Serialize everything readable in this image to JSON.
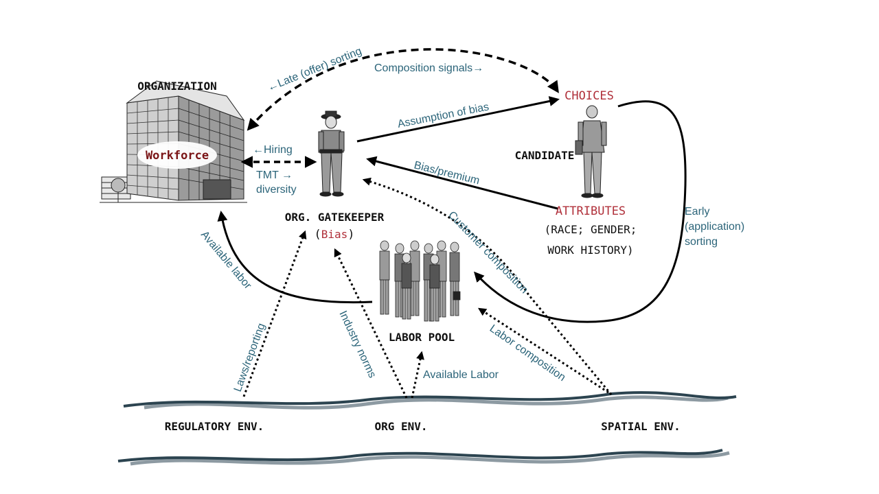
{
  "nodes": {
    "organization": "Organization",
    "workforce": "Workforce",
    "gatekeeper": "Org. Gatekeeper",
    "gatekeeper_bias": "Bias",
    "candidate": "Candidate",
    "choices": "Choices",
    "attributes": "Attributes",
    "attributes_detail_1": "(race; gender;",
    "attributes_detail_2": "work history)",
    "labor_pool": "Labor Pool",
    "regulatory_env": "Regulatory Env.",
    "org_env": "Org Env.",
    "spatial_env": "Spatial Env."
  },
  "edges": {
    "late_sorting": "←Late (offer) sorting",
    "composition_signals": "Composition signals→",
    "hiring": "←Hiring",
    "tmt_diversity_1": "TMT →",
    "tmt_diversity_2": "diversity",
    "assumption_of_bias": "Assumption of bias",
    "bias_premium": "Bias/premium",
    "customer_composition": "Customer composition",
    "early_sorting_1": "Early",
    "early_sorting_2": "(application)",
    "early_sorting_3": "sorting",
    "available_labor_left": "Available labor",
    "laws_reporting": "Laws/reporting",
    "industry_norms": "Industry norms",
    "available_labor_pool": "Available Labor",
    "labor_composition": "Labor composition"
  },
  "colors": {
    "label_blue": "#2b6479",
    "label_red": "#b0303a",
    "workforce_red": "#7a1416",
    "arrow": "#000000",
    "env_line": "#2c4450",
    "env_shadow": "#8d9aa2"
  }
}
